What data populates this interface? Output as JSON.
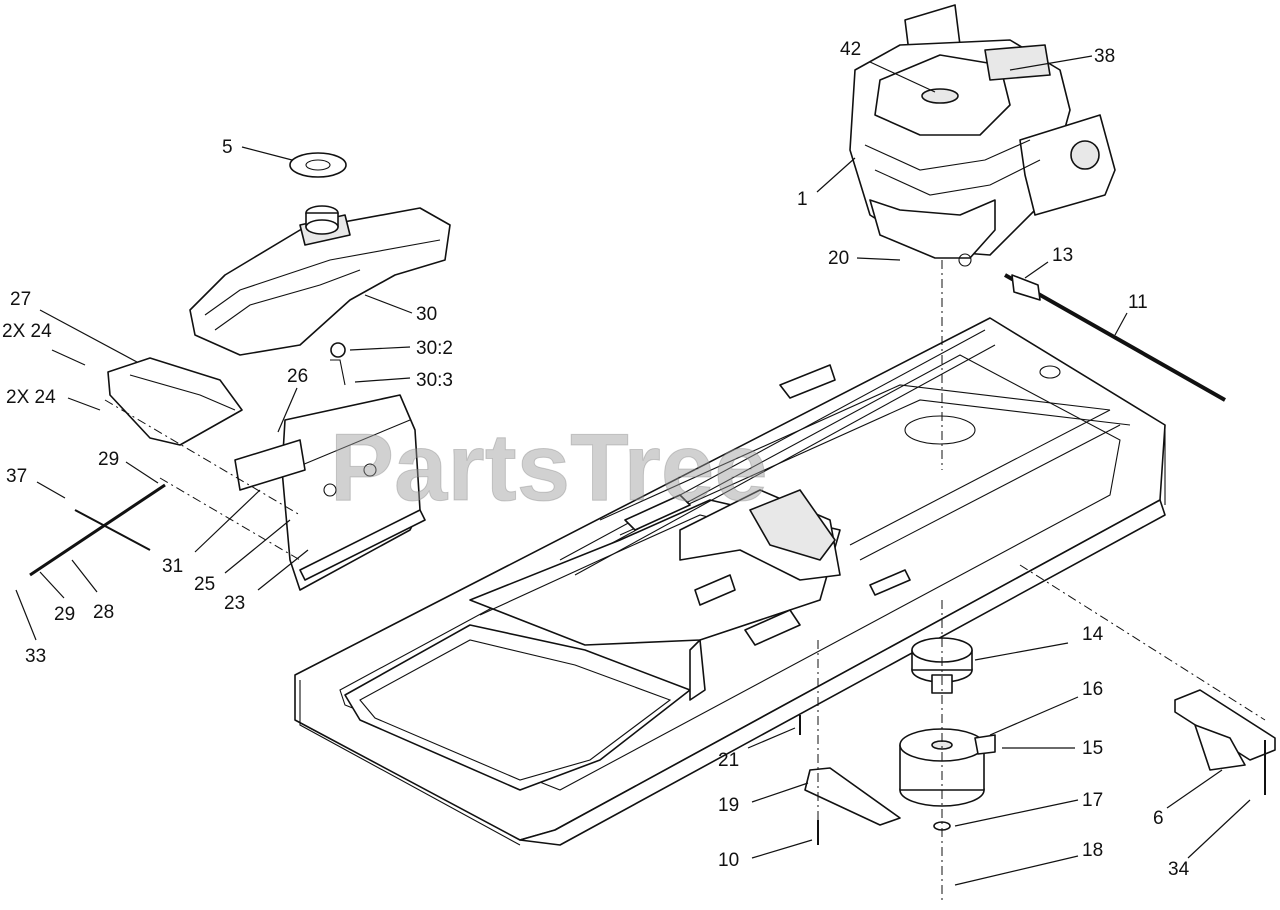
{
  "watermark": "PartsTree",
  "callouts": [
    {
      "id": "c42",
      "text": "42"
    },
    {
      "id": "c38",
      "text": "38"
    },
    {
      "id": "c1",
      "text": "1"
    },
    {
      "id": "c5",
      "text": "5"
    },
    {
      "id": "c20",
      "text": "20"
    },
    {
      "id": "c13",
      "text": "13"
    },
    {
      "id": "c11",
      "text": "11"
    },
    {
      "id": "c27",
      "text": "27"
    },
    {
      "id": "c2x24a",
      "text": "2X 24"
    },
    {
      "id": "c30",
      "text": "30"
    },
    {
      "id": "c30_2",
      "text": "30:2"
    },
    {
      "id": "c30_3",
      "text": "30:3"
    },
    {
      "id": "c26",
      "text": "26"
    },
    {
      "id": "c2x24b",
      "text": "2X 24"
    },
    {
      "id": "c29a",
      "text": "29"
    },
    {
      "id": "c37",
      "text": "37"
    },
    {
      "id": "c31",
      "text": "31"
    },
    {
      "id": "c25",
      "text": "25"
    },
    {
      "id": "c23",
      "text": "23"
    },
    {
      "id": "c29b",
      "text": "29"
    },
    {
      "id": "c28",
      "text": "28"
    },
    {
      "id": "c33",
      "text": "33"
    },
    {
      "id": "c14",
      "text": "14"
    },
    {
      "id": "c16",
      "text": "16"
    },
    {
      "id": "c15",
      "text": "15"
    },
    {
      "id": "c21",
      "text": "21"
    },
    {
      "id": "c19",
      "text": "19"
    },
    {
      "id": "c17",
      "text": "17"
    },
    {
      "id": "c6",
      "text": "6"
    },
    {
      "id": "c10",
      "text": "10"
    },
    {
      "id": "c18",
      "text": "18"
    },
    {
      "id": "c34",
      "text": "34"
    }
  ]
}
